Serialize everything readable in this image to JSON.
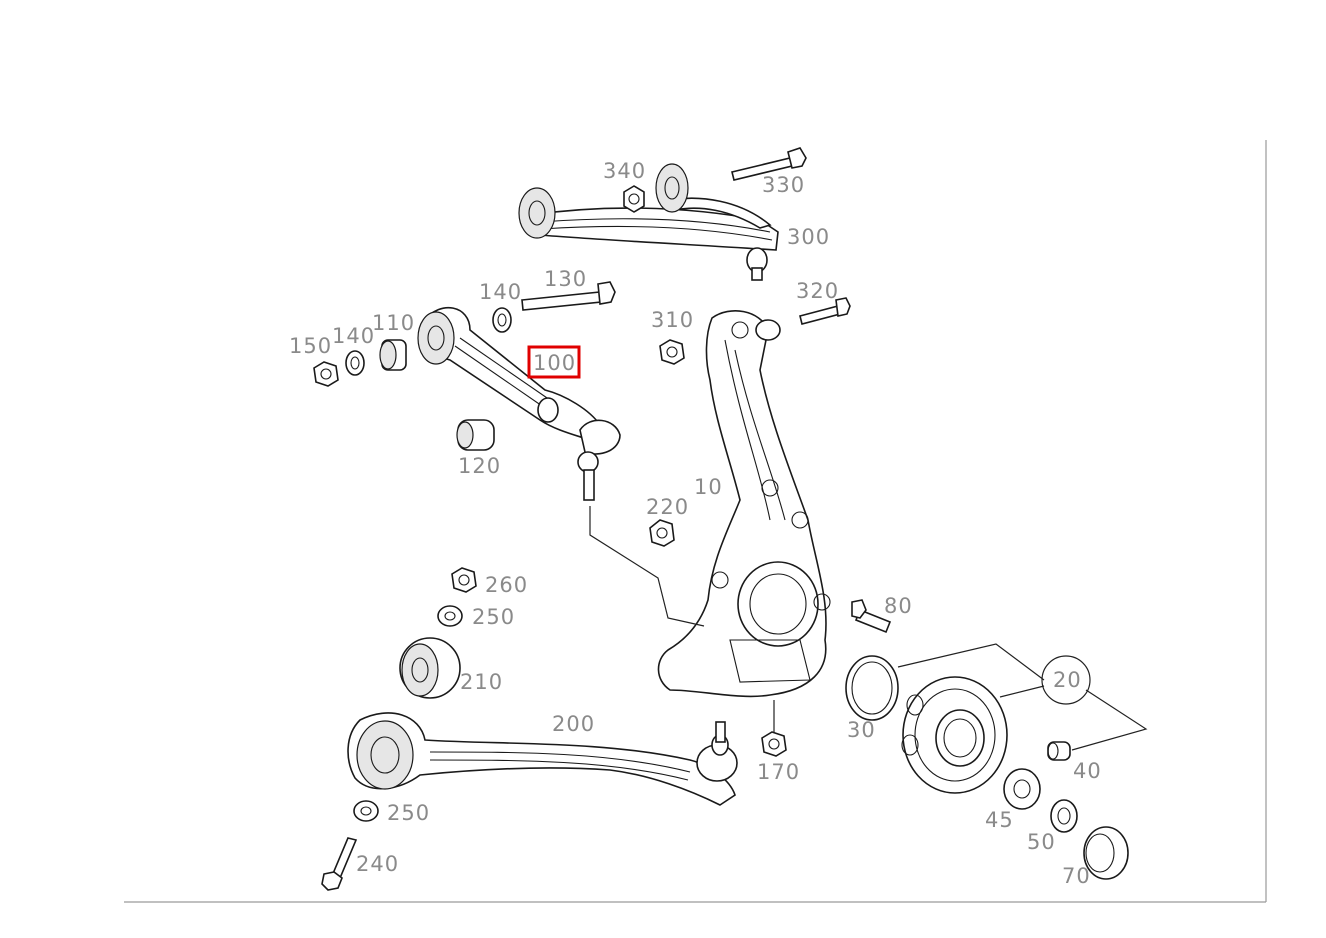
{
  "diagram": {
    "labels": {
      "p10": "10",
      "p20": "20",
      "p30": "30",
      "p40": "40",
      "p45": "45",
      "p50": "50",
      "p70": "70",
      "p80": "80",
      "p100": "100",
      "p110": "110",
      "p120": "120",
      "p130": "130",
      "p140a": "140",
      "p140b": "140",
      "p150": "150",
      "p170": "170",
      "p200": "200",
      "p210": "210",
      "p220": "220",
      "p240": "240",
      "p250a": "250",
      "p250b": "250",
      "p260": "260",
      "p300": "300",
      "p310": "310",
      "p320": "320",
      "p330": "330",
      "p340": "340"
    },
    "highlighted_part": "100",
    "highlight_color": "#e00000"
  }
}
